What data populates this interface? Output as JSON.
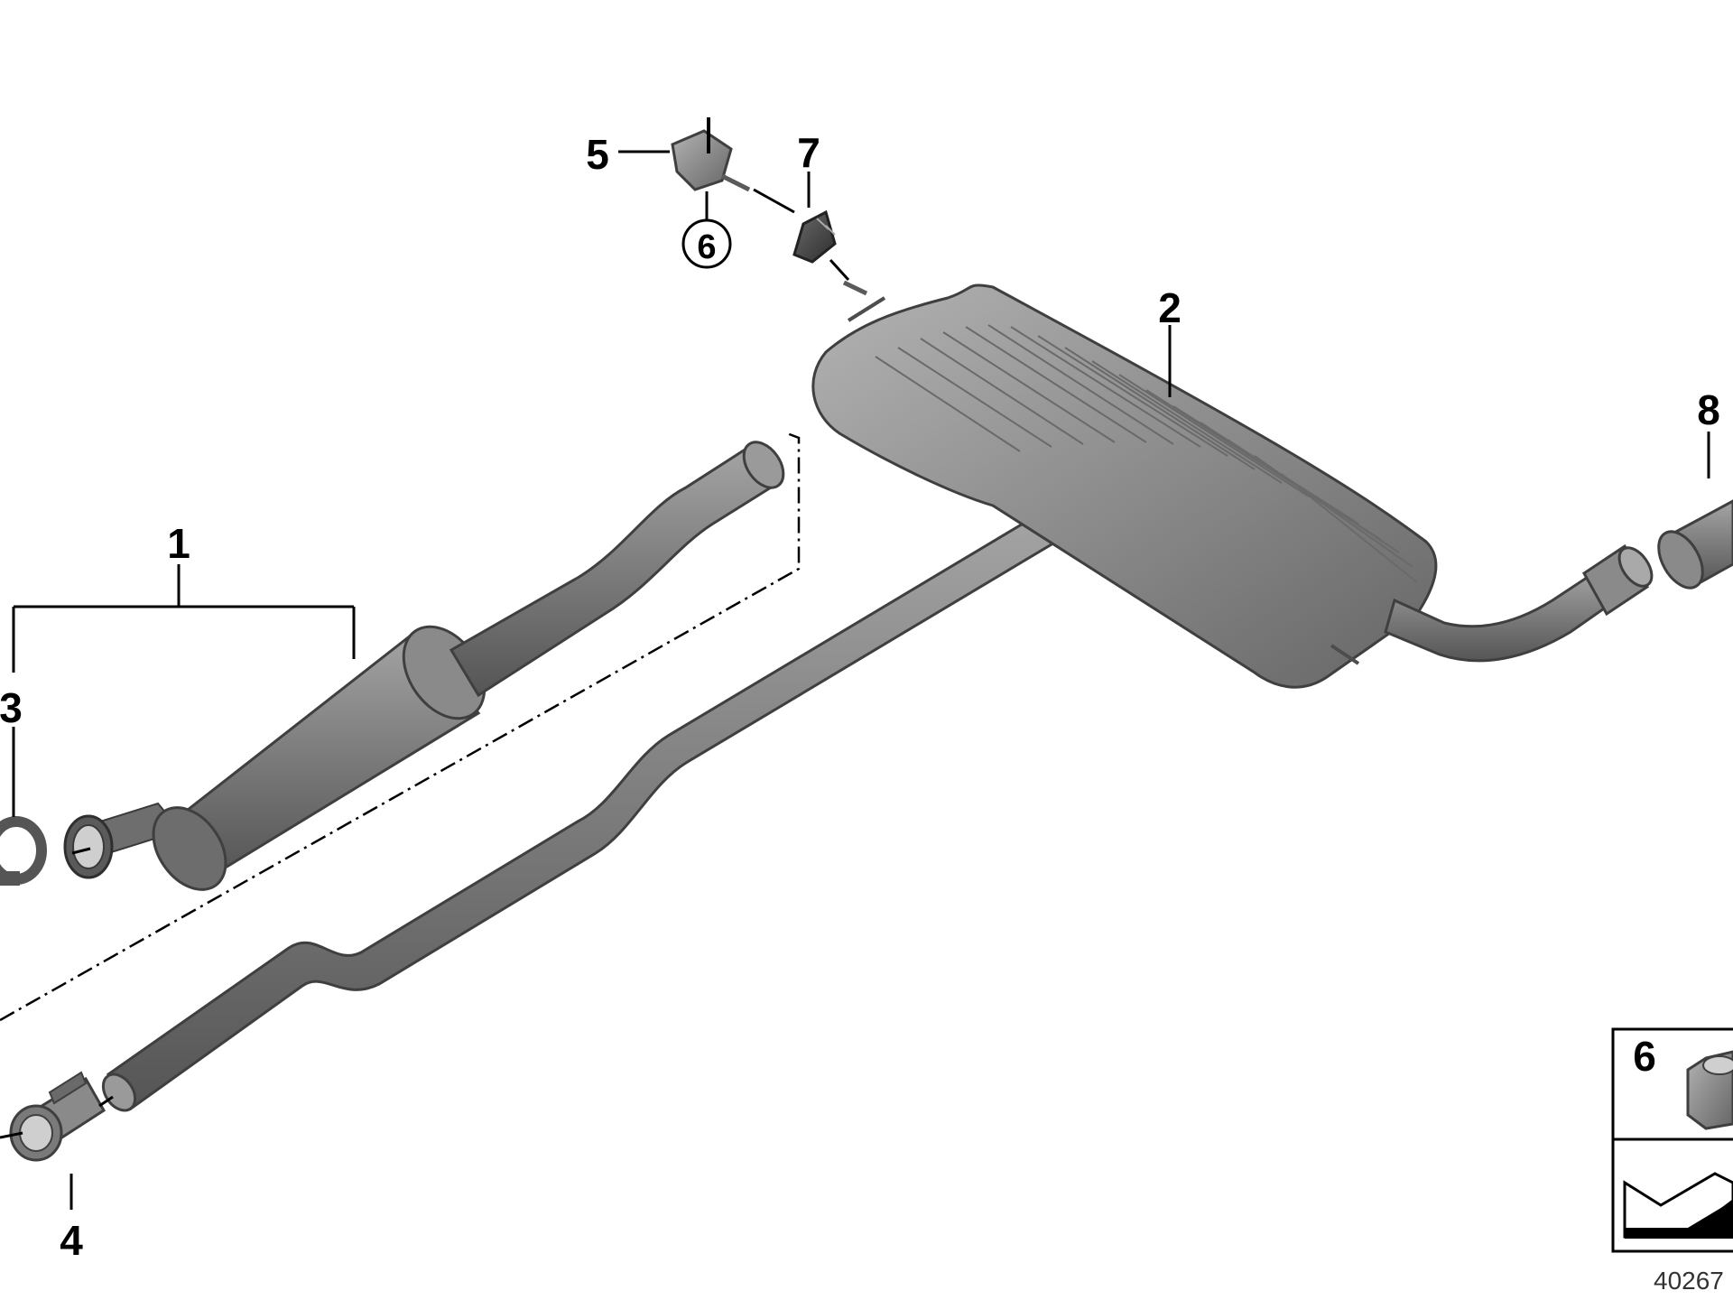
{
  "diagram": {
    "callouts": [
      {
        "id": "1",
        "label": "1"
      },
      {
        "id": "2",
        "label": "2"
      },
      {
        "id": "3",
        "label": "3"
      },
      {
        "id": "4",
        "label": "4"
      },
      {
        "id": "5",
        "label": "5"
      },
      {
        "id": "6",
        "label": "6"
      },
      {
        "id": "7",
        "label": "7"
      },
      {
        "id": "8",
        "label": "8"
      }
    ],
    "legend": {
      "label": "6"
    },
    "diagram_number": "40267",
    "colors": {
      "part_fill": "#7a7a7a",
      "part_light": "#a9a9a9",
      "part_dark": "#4d4d4d",
      "muffler_fill": "#8e8e8e",
      "line": "#000000"
    }
  }
}
